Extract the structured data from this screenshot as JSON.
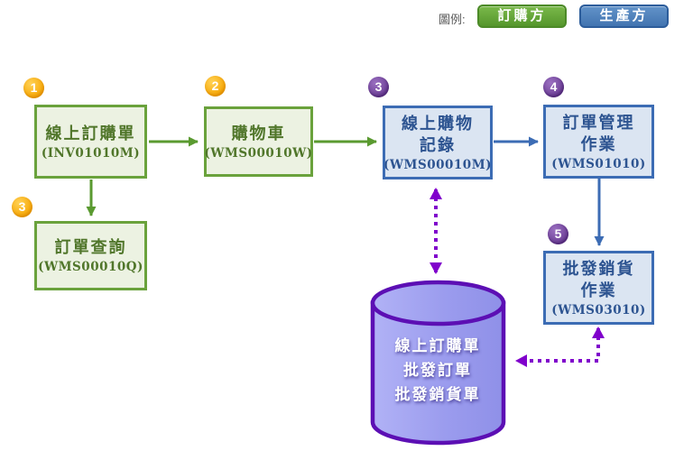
{
  "legend": {
    "label": "圖例:",
    "items": [
      {
        "name": "orderer",
        "label": "訂購方",
        "color": "#55962c"
      },
      {
        "name": "producer",
        "label": "生產方",
        "color": "#4274b0"
      }
    ]
  },
  "nodes": {
    "online_order": {
      "step": "1",
      "title": "線上訂購單",
      "code": "(INV01010M)",
      "role": "orderer"
    },
    "cart": {
      "step": "2",
      "title": "購物車",
      "code": "(WMS00010W)",
      "role": "orderer"
    },
    "online_shopping_record": {
      "step": "3",
      "title": "線上購物\n記錄",
      "code": "(WMS00010M)",
      "role": "producer"
    },
    "order_management": {
      "step": "4",
      "title": "訂單管理\n作業",
      "code": "(WMS01010)",
      "role": "producer"
    },
    "order_query": {
      "step": "3",
      "title": "訂單查詢",
      "code": "(WMS00010Q)",
      "role": "orderer"
    },
    "wholesale_sales": {
      "step": "5",
      "title": "批發銷貨\n作業",
      "code": "(WMS03010)",
      "role": "producer"
    }
  },
  "database": {
    "contents": "線上訂購單\n批發訂單\n批發銷貨單"
  },
  "colors": {
    "green_border": "#6aa23c",
    "green_fill": "#ecf2e2",
    "green_text": "#50762a",
    "green_arrow": "#5a9a30",
    "blue_border": "#3c6cb4",
    "blue_fill": "#dbe5f2",
    "blue_text": "#2d5491",
    "blue_arrow": "#3c6cb4",
    "orange_badge": "#f7a600",
    "purple_badge": "#6b3d95",
    "dotted_arrow_purple": "#8000cc",
    "db_border": "#5c0fb4",
    "db_fill": "#9b9cee"
  }
}
